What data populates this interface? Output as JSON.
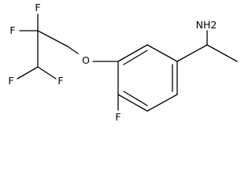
{
  "atoms": {
    "f_top": "F",
    "f_left": "F",
    "f_bottom_left": "F",
    "f_bottom_right": "F",
    "oxygen": "O",
    "f_ring": "F",
    "amine": "NH2"
  }
}
